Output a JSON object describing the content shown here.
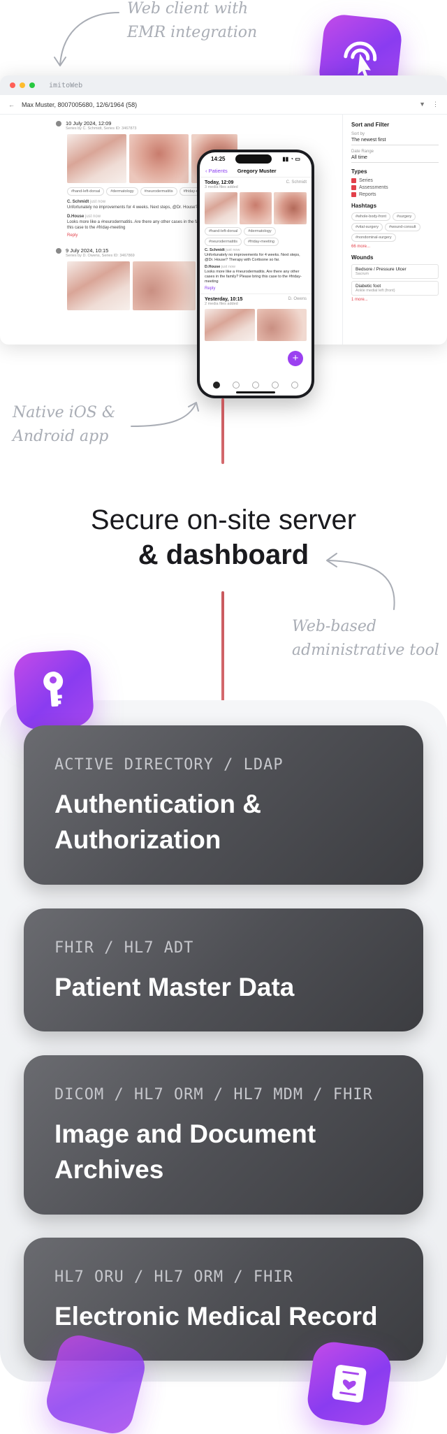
{
  "annotations": {
    "web_client": [
      "Web client with",
      "EMR integration"
    ],
    "native_app": [
      "Native iOS &",
      "Android app"
    ],
    "web_admin": [
      "Web-based",
      "administrative tool"
    ]
  },
  "headline": {
    "line1": "Secure on-site server",
    "line2": "& dashboard"
  },
  "browser": {
    "app_name": "imitoWeb",
    "patient": "Max Muster, 8007005680, 12/6/1964 (58)",
    "events": [
      {
        "date": "10 July 2024, 12:09",
        "meta": "Series by C. Schmidt, Series ID: 3467873",
        "tags": [
          "#hand-left-dorsal",
          "#dermatology",
          "#neurodermatitis",
          "#friday-meeting"
        ],
        "comments": [
          {
            "author": "C. Schmidt",
            "time": "just now",
            "text": "Unfortunately no improvements for 4 weeks. Next steps, @Dr. House?"
          },
          {
            "author": "D.House",
            "time": "just now",
            "text": "Looks more like a #neurodermatitis. Are there any other cases in the family? Please bring this case to the #friday-meeting"
          }
        ],
        "reply": "Reply"
      },
      {
        "date": "9 July 2024, 10:15",
        "meta": "Series by D. Owens, Series ID: 3467869"
      }
    ],
    "sidebar": {
      "title": "Sort and Filter",
      "sort_label": "Sort by",
      "sort_value": "The newest first",
      "range_label": "Date Range",
      "range_value": "All time",
      "types_title": "Types",
      "types": [
        "Series",
        "Assessments",
        "Reports"
      ],
      "hashtags_title": "Hashtags",
      "hashtags": [
        "#whole-body-front",
        "#surgery",
        "#vital-surgery",
        "#wound-consult",
        "#nondominal-surgery"
      ],
      "hashtags_more": "66 more...",
      "wounds_title": "Wounds",
      "wounds": [
        {
          "name": "Bedsore / Pressure Ulcer",
          "loc": "Sacrum"
        },
        {
          "name": "Diabetic foot",
          "loc": "Ankle medial left (front)"
        }
      ],
      "wounds_more": "1 more..."
    }
  },
  "phone": {
    "time": "14:25",
    "back": "Patients",
    "title": "Gregory Muster",
    "today": {
      "label": "Today, 12:09",
      "author": "C. Schmidt",
      "count": "3 media files added"
    },
    "tags": [
      "#hand-left-dorsal",
      "#dermatology",
      "#neurodermatitis",
      "#friday-meeting"
    ],
    "comments": [
      {
        "author": "C. Schmidt",
        "time": "just now",
        "text": "Unfortunately no improvements for 4 weeks. Next steps, @Dr. House? Therapy with Cortisone so far."
      },
      {
        "author": "D.House",
        "time": "just now",
        "text": "Looks more like a #neurodermatitis. Are there any other cases in the family? Please bring this case to the #friday-meeting"
      }
    ],
    "reply": "Reply",
    "yesterday": {
      "label": "Yesterday, 10:15",
      "author": "D. Owens",
      "count": "2 media files added"
    }
  },
  "integrations": [
    {
      "protocol": "ACTIVE DIRECTORY / LDAP",
      "title": "Authentication & Authorization"
    },
    {
      "protocol": "FHIR / HL7 ADT",
      "title": "Patient Master Data"
    },
    {
      "protocol": "DICOM / HL7 ORM / HL7 MDM / FHIR",
      "title": "Image and Document Archives"
    },
    {
      "protocol": "HL7 ORU / HL7 ORM / FHIR",
      "title": "Electronic Medical Record"
    }
  ],
  "colors": {
    "accent": "#8a3cf0",
    "connector": "#c9595e",
    "card": "#4f5055",
    "browser_red": "#e2404a"
  },
  "icons": [
    "touch-icon",
    "key-icon",
    "document-icon",
    "sparkle-icon"
  ]
}
